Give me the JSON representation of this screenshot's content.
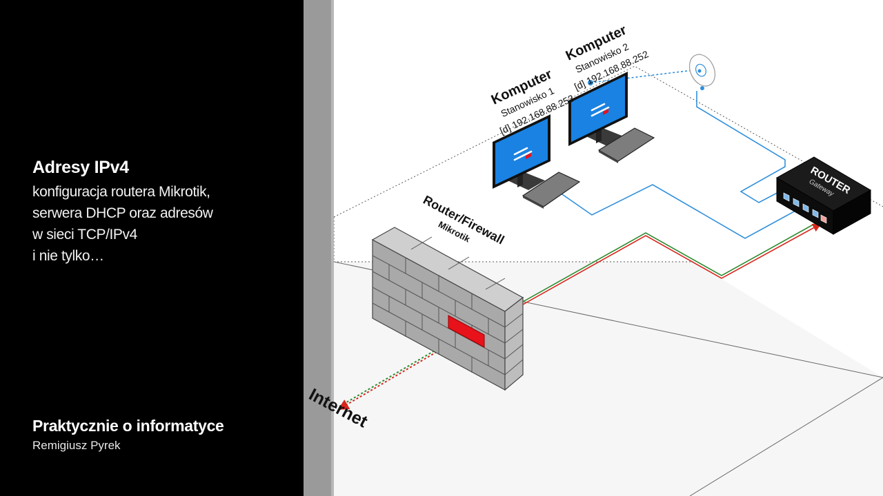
{
  "sidebar": {
    "title": "Adresy IPv4",
    "description_lines": [
      "konfiguracja routera Mikrotik,",
      "serwera DHCP oraz adresów",
      "w sieci TCP/IPv4",
      "i nie tylko…"
    ],
    "channel": "Praktycznie o informatyce",
    "author": "Remigiusz Pyrek"
  },
  "diagram": {
    "computer1": {
      "title": "Komputer",
      "station": "Stanowisko 1",
      "ip": "[d] 192.168.88.253"
    },
    "computer2": {
      "title": "Komputer",
      "station": "Stanowisko 2",
      "ip": "[d] 192.168.88.252"
    },
    "firewall": {
      "title": "Router/Firewall",
      "subtitle": "Mikrotik"
    },
    "router": {
      "title": "ROUTER",
      "subtitle": "Gateway"
    },
    "internet_label": "Internet",
    "colors": {
      "screen_blue": "#1a82e2",
      "cable_blue": "#2f8fdc",
      "cable_red": "#d9261c",
      "cable_green": "#2e8b2e",
      "firewall_port": "#e8121b",
      "wall_gray": "#9a9a9a"
    }
  }
}
